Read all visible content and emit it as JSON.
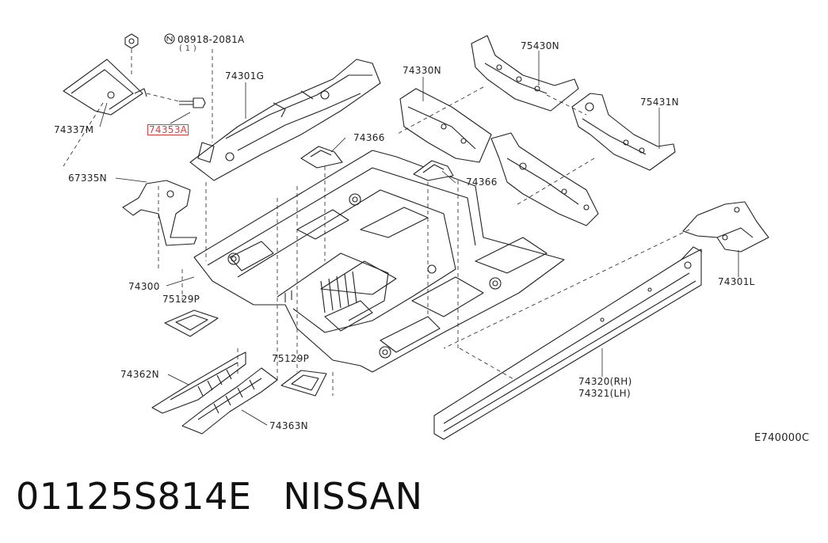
{
  "diagram": {
    "callouts": {
      "nut_ref": "08918-2081A",
      "nut_qty": "( 1 )",
      "c74301G": "74301G",
      "c74337M": "74337M",
      "c74353A": "74353A",
      "c67335N": "67335N",
      "c74366a": "74366",
      "c74366b": "74366",
      "c74330N": "74330N",
      "c75430N": "75430N",
      "c75431N": "75431N",
      "c74301L": "74301L",
      "c74300": "74300",
      "c75129Pa": "75129P",
      "c75129Pb": "75129P",
      "c74362N": "74362N",
      "c74363N": "74363N",
      "c74320": "74320(RH)",
      "c74321": "74321(LH)"
    },
    "code": "E740000C",
    "highlight_color": "#e23b3b"
  },
  "caption": {
    "part_number": "01125S814E",
    "brand": "NISSAN"
  }
}
